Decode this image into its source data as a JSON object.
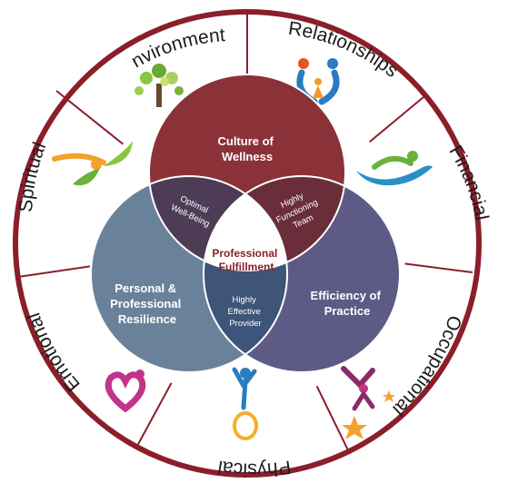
{
  "outer_segments": [
    {
      "id": "environmental",
      "label": "Environmental",
      "icon": "tree-icon"
    },
    {
      "id": "relationships",
      "label": "Relationships",
      "icon": "people-hug-icon"
    },
    {
      "id": "financial",
      "label": "Financial",
      "icon": "swoosh-figure-icon"
    },
    {
      "id": "occupational",
      "label": "Occupational",
      "icon": "star-figure-icon"
    },
    {
      "id": "physical",
      "label": "Physical",
      "icon": "stretch-figure-icon"
    },
    {
      "id": "emotional",
      "label": "Emotional",
      "icon": "heart-figure-icon"
    },
    {
      "id": "spiritual",
      "label": "Spiritual",
      "icon": "leaf-figure-icon"
    }
  ],
  "venn": {
    "top": [
      "Culture of",
      "Wellness"
    ],
    "left": [
      "Personal &",
      "Professional",
      "Resilience"
    ],
    "right": [
      "Efficiency of",
      "Practice"
    ],
    "top_left": [
      "Optimal",
      "Well-Being"
    ],
    "top_right": [
      "Highly",
      "Functioning",
      "Team"
    ],
    "bottom": [
      "Highly",
      "Effective",
      "Provider"
    ],
    "center": [
      "Professional",
      "Fulfillment"
    ]
  },
  "colors": {
    "ring_border": "#8b1e2a",
    "top_circle": "#8b3238",
    "left_circle": "#6a8299",
    "right_circle": "#5d5a85",
    "top_left_overlap": "#4e3b55",
    "top_right_overlap": "#6a2d3a",
    "bottom_overlap": "#3e5478",
    "center": "#ffffff",
    "center_text": "#8b1e2a"
  }
}
